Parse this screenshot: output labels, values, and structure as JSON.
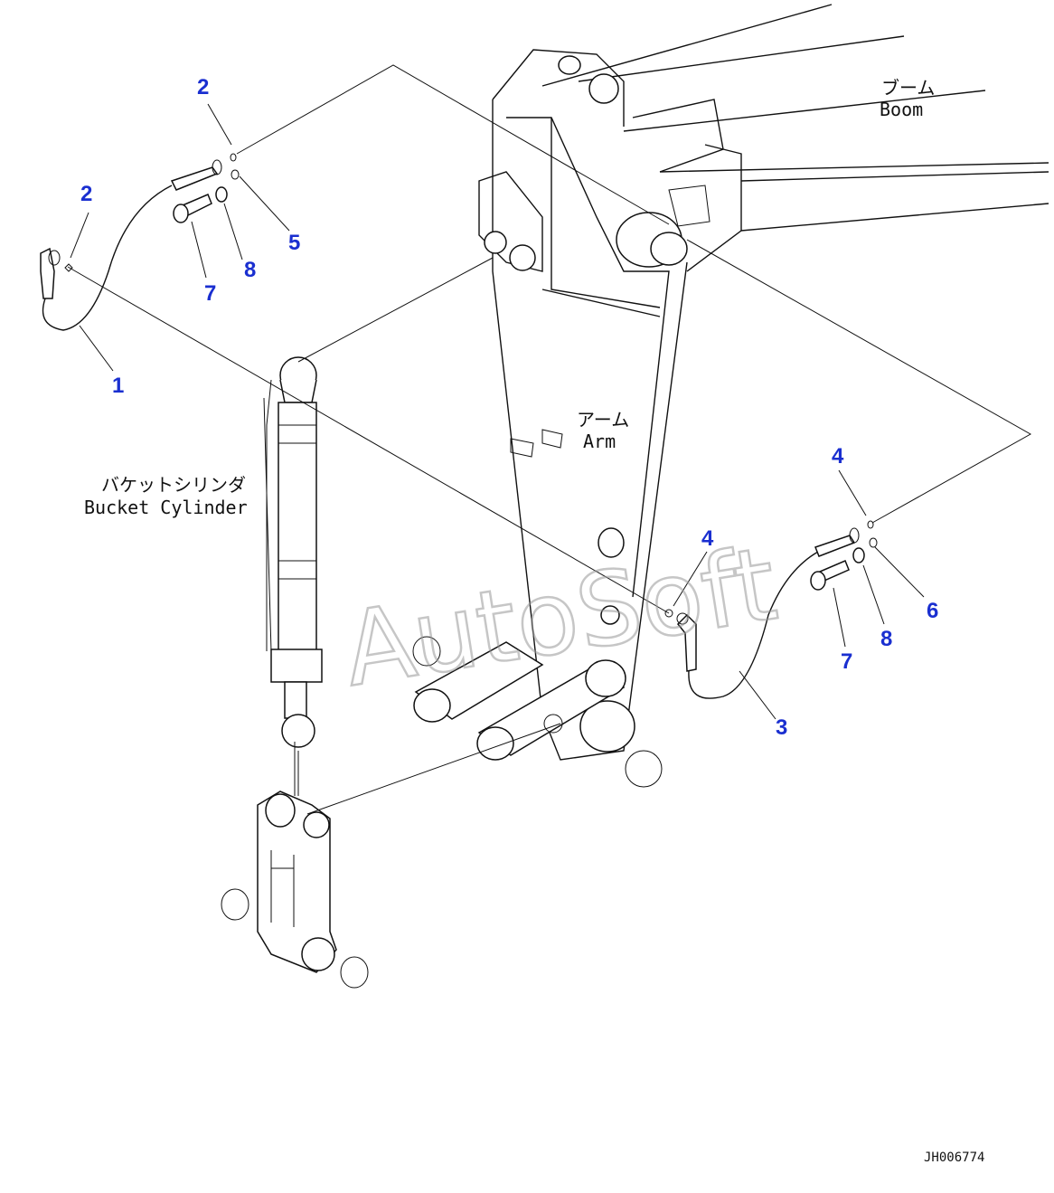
{
  "labels": {
    "boom_jp": "ブーム",
    "boom_en": "Boom",
    "arm_jp": "アーム",
    "arm_en": "Arm",
    "bucket_cylinder_jp": "バケットシリンダ",
    "bucket_cylinder_en": "Bucket Cylinder"
  },
  "callouts": {
    "c1": "1",
    "c2a": "2",
    "c2b": "2",
    "c3": "3",
    "c4a": "4",
    "c4b": "4",
    "c5": "5",
    "c6": "6",
    "c7a": "7",
    "c7b": "7",
    "c8a": "8",
    "c8b": "8"
  },
  "watermark": "AutoSoft",
  "drawing_code": "JH006774",
  "colors": {
    "callout": "#1a2fd0",
    "line": "#111111",
    "watermark": "#999999"
  }
}
